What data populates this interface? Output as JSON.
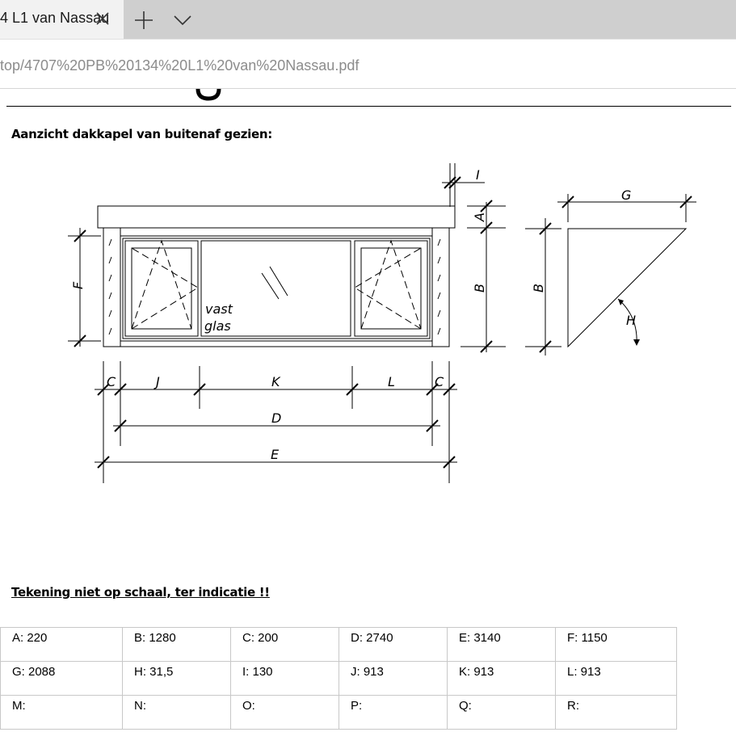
{
  "browser": {
    "tab_title": "4 L1 van Nassau",
    "url": "top/4707%20PB%20134%20L1%20van%20Nassau.pdf"
  },
  "document": {
    "section_title": "Aanzicht dakkapel van buitenaf gezien:",
    "scale_note": "Tekening niet op schaal, ter indicatie !!",
    "drawing_labels": {
      "a": "A",
      "b_front": "B",
      "b_side": "B",
      "c_left": "C",
      "c_right": "C",
      "d": "D",
      "e": "E",
      "f": "F",
      "g": "G",
      "h": "H",
      "i": "I",
      "j": "J",
      "k": "K",
      "l": "L",
      "glass_line1": "vast",
      "glass_line2": "glas"
    },
    "dimensions": [
      [
        "A: 220",
        "B: 1280",
        "C: 200",
        "D: 2740",
        "E: 3140",
        "F: 1150"
      ],
      [
        "G: 2088",
        "H: 31,5",
        "I: 130",
        "J: 913",
        "K: 913",
        "L: 913"
      ],
      [
        "M:",
        "N:",
        "O:",
        "P:",
        "Q:",
        "R:"
      ]
    ]
  }
}
